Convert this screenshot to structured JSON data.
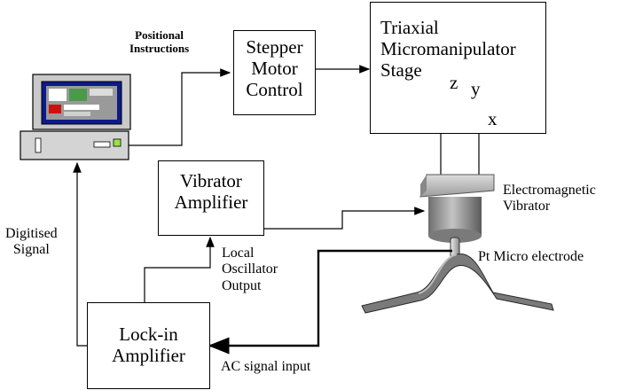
{
  "boxes": {
    "stepper": "Stepper\nMotor\nControl",
    "stage_title": "Triaxial\nMicromanipulator\nStage",
    "vibrator_amp": "Vibrator\nAmplifier",
    "lockin": "Lock-in\nAmplifier"
  },
  "axes": {
    "z": "z",
    "y": "y",
    "x": "x"
  },
  "labels": {
    "positional": "Positional\nInstructions",
    "digitised": "Digitised\nSignal",
    "local_osc": "Local\nOscillator\nOutput",
    "electromagnetic": "Electromagnetic\nVibrator",
    "pt_micro": "Pt Micro electrode",
    "ac_signal": "AC signal input"
  },
  "colors": {
    "line": "#000000",
    "screen": "#0d1a8c",
    "axis": "#aaaaaa",
    "vibrator": "#9a9a9a",
    "sample": "#7a7a7a"
  }
}
